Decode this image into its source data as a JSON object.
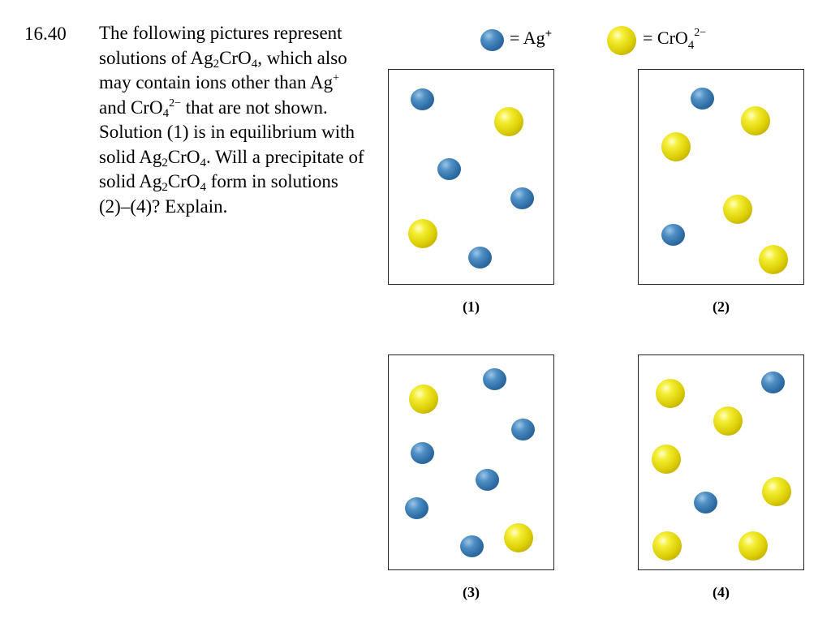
{
  "problem": {
    "number": "16.40",
    "text_parts": [
      {
        "t": "The following pictures represent solutions of Ag"
      },
      {
        "t": "2",
        "type": "sub"
      },
      {
        "t": "CrO"
      },
      {
        "t": "4",
        "type": "sub"
      },
      {
        "t": ", which also may contain ions other than Ag"
      },
      {
        "t": "+",
        "type": "sup"
      },
      {
        "t": " and CrO"
      },
      {
        "t": "4",
        "type": "sub"
      },
      {
        "t": "2−",
        "type": "sup"
      },
      {
        "t": " that are not shown. Solution (1) is in equilibrium with solid Ag"
      },
      {
        "t": "2",
        "type": "sub"
      },
      {
        "t": "CrO"
      },
      {
        "t": "4",
        "type": "sub"
      },
      {
        "t": ". Will a precipitate of solid Ag"
      },
      {
        "t": "2",
        "type": "sub"
      },
      {
        "t": "CrO"
      },
      {
        "t": "4",
        "type": "sub"
      },
      {
        "t": " form in solutions (2)–(4)? Explain."
      }
    ]
  },
  "legend": {
    "ag": {
      "eq": "= Ag",
      "charge": "+"
    },
    "cro4": {
      "eq": "= CrO",
      "sub": "4",
      "charge": "2−"
    }
  },
  "colors": {
    "ag_ion": "#2f6ea6",
    "cro4_ion": "#dccf05",
    "border": "#222222"
  },
  "solutions": [
    {
      "label": "(1)",
      "ag_count": 4,
      "cro4_count": 2
    },
    {
      "label": "(2)",
      "ag_count": 2,
      "cro4_count": 4
    },
    {
      "label": "(3)",
      "ag_count": 6,
      "cro4_count": 2
    },
    {
      "label": "(4)",
      "ag_count": 2,
      "cro4_count": 6
    }
  ]
}
